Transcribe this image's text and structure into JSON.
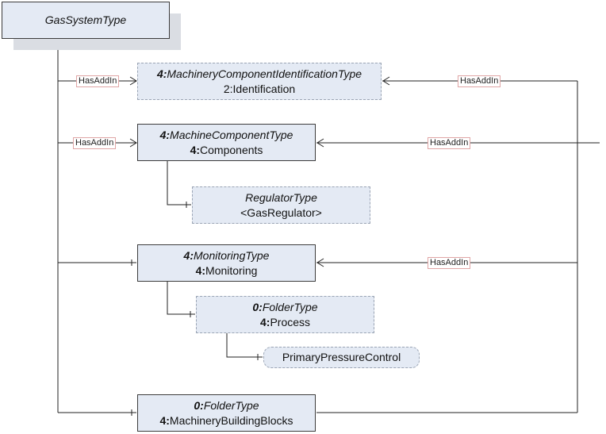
{
  "diagram": {
    "root": {
      "type_name": "GasSystemType"
    },
    "nodes": [
      {
        "id": "identification",
        "type_ns": "4:",
        "type_name": "MachineryComponentIdentificationType",
        "browse_ns": "2:",
        "browse_name": "Identification"
      },
      {
        "id": "components",
        "type_ns": "4:",
        "type_name": "MachineComponentType",
        "browse_ns": "4:",
        "browse_name": "Components"
      },
      {
        "id": "regulator",
        "type_ns": "",
        "type_name": "RegulatorType",
        "browse_ns": "",
        "browse_name": "<GasRegulator>"
      },
      {
        "id": "monitoring",
        "type_ns": "4:",
        "type_name": "MonitoringType",
        "browse_ns": "4:",
        "browse_name": "Monitoring"
      },
      {
        "id": "process",
        "type_ns": "0:",
        "type_name": "FolderType",
        "browse_ns": "4:",
        "browse_name": "Process"
      },
      {
        "id": "primary_pressure",
        "browse_name": "PrimaryPressureControl"
      },
      {
        "id": "machinery_blocks",
        "type_ns": "0:",
        "type_name": "FolderType",
        "browse_ns": "4:",
        "browse_name": "MachineryBuildingBlocks"
      }
    ],
    "references": {
      "left_identification": "HasAddIn",
      "left_components": "HasAddIn",
      "right_identification": "HasAddIn",
      "right_components": "HasAddIn",
      "right_monitoring": "HasAddIn"
    }
  }
}
